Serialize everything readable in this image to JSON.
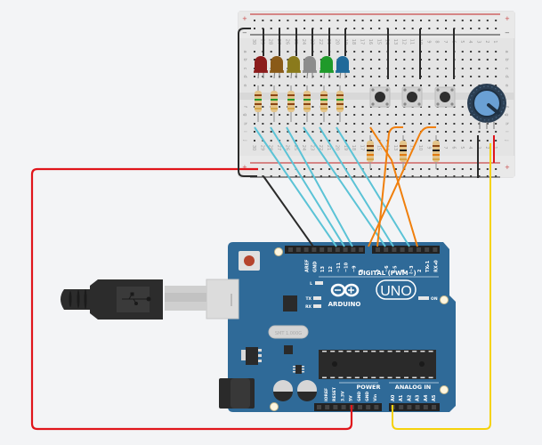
{
  "scene": {
    "title": "Arduino circuit: 6 LEDs, 3 push buttons, potentiometer",
    "background": "#f3f4f6"
  },
  "breadboard": {
    "rail_plus": "+",
    "rail_minus": "−",
    "row_labels_top": [
      "a",
      "b",
      "c",
      "d",
      "e"
    ],
    "row_labels_bottom": [
      "f",
      "g",
      "h",
      "i",
      "j"
    ],
    "column_numbers": [
      "30",
      "29",
      "28",
      "27",
      "26",
      "25",
      "24",
      "23",
      "22",
      "21",
      "20",
      "19",
      "18",
      "17",
      "16",
      "15",
      "14",
      "13",
      "12",
      "11",
      "10",
      "9",
      "8",
      "7",
      "6",
      "5",
      "4",
      "3",
      "2",
      "1"
    ]
  },
  "components": {
    "leds": [
      {
        "name": "led-red",
        "color": "#8b1c1c"
      },
      {
        "name": "led-orange",
        "color": "#8a5a18"
      },
      {
        "name": "led-yellow",
        "color": "#8a7a1c"
      },
      {
        "name": "led-white",
        "color": "#8c8c8c"
      },
      {
        "name": "led-green",
        "color": "#1f9a2a"
      },
      {
        "name": "led-blue",
        "color": "#1f6a9a"
      }
    ],
    "led_resistor_count": 6,
    "buttons": [
      "button-1",
      "button-2",
      "button-3"
    ],
    "pulldown_resistor_count": 3,
    "potentiometer": "potentiometer"
  },
  "arduino": {
    "model_label": "UNO",
    "brand_label": "ARDUINO",
    "digital_header_label": "DIGITAL (PWM~)",
    "digital_pins": [
      "AREF",
      "GND",
      "13",
      "12",
      "~11",
      "~10",
      "~9",
      "8",
      "7",
      "~6",
      "~5",
      "4",
      "~3",
      "2",
      "TX▸1",
      "RX◂0"
    ],
    "led_labels": [
      "L",
      "TX",
      "RX"
    ],
    "on_label": "ON",
    "power_header_label": "POWER",
    "power_pins": [
      "IOREF",
      "RESET",
      "3.3V",
      "5V",
      "GND",
      "GND",
      "Vin"
    ],
    "analog_header_label": "ANALOG IN",
    "analog_pins": [
      "A0",
      "A1",
      "A2",
      "A3",
      "A4",
      "A5"
    ],
    "crystal_label": "SMT 1.000G",
    "board_color": "#2f6a98"
  },
  "wires": {
    "colors": {
      "power_5v": "#e0151b",
      "ground": "#2a2a2a",
      "led_signal": "#5bc3d6",
      "button_signal": "#f07f0c",
      "analog_signal": "#f5d20b"
    },
    "connections": [
      {
        "from": "5V",
        "to": "breadboard + rail",
        "color": "power_5v"
      },
      {
        "from": "GND",
        "to": "breadboard − rail",
        "color": "ground"
      },
      {
        "from": "~11",
        "to": "LED 1 resistor",
        "color": "led_signal"
      },
      {
        "from": "~10",
        "to": "LED 2 resistor",
        "color": "led_signal"
      },
      {
        "from": "~9",
        "to": "LED 3 resistor",
        "color": "led_signal"
      },
      {
        "from": "~6",
        "to": "LED 4 resistor",
        "color": "led_signal"
      },
      {
        "from": "~5",
        "to": "LED 5 resistor",
        "color": "led_signal"
      },
      {
        "from": "~3",
        "to": "LED 6 resistor",
        "color": "led_signal"
      },
      {
        "from": "8",
        "to": "button 2",
        "color": "button_signal"
      },
      {
        "from": "7",
        "to": "button 1",
        "color": "button_signal"
      },
      {
        "from": "2",
        "to": "button 3",
        "color": "button_signal"
      },
      {
        "from": "A0",
        "to": "potentiometer wiper",
        "color": "analog_signal"
      }
    ]
  }
}
